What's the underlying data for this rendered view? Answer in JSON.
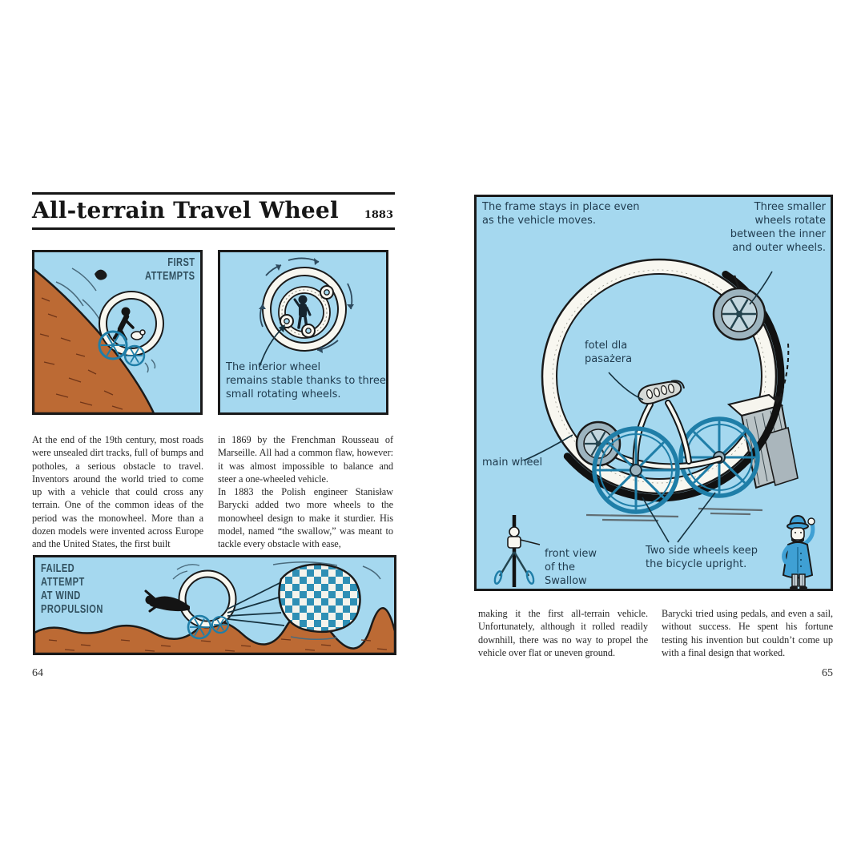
{
  "page_left": {
    "page_number": "64",
    "title": "All-terrain Travel Wheel",
    "year": "1883",
    "panels": {
      "first_attempts": {
        "label": "FIRST\nATTEMPTS"
      },
      "interior_wheel": {
        "caption": "The interior wheel\nremains stable thanks to three\nsmall rotating wheels."
      },
      "wind": {
        "label": "FAILED\nATTEMPT\nAT WIND\nPROPULSION"
      }
    },
    "body_col1": "At the end of the 19th century, most roads were unsealed dirt tracks, full of bumps and potholes, a serious obstacle to travel. Inventors around the world tried to come up with a vehicle that could cross any terrain. One of the common ideas of the period was the monowheel. More than a dozen models were invented across Europe and the United States, the first built",
    "body_col2": "in 1869 by the Frenchman Rousseau of Marseille. All had a common flaw, however: it was almost impossible to balance and steer a one-wheeled vehicle.\nIn 1883 the Polish engineer Stanisław Barycki added two more wheels to the monowheel design to make it sturdier. His model, named “the swallow,” was meant to tackle every obstacle with ease,"
  },
  "page_right": {
    "page_number": "65",
    "labels": {
      "frame": "The frame stays in place even\nas the vehicle moves.",
      "three_wheels": "Three smaller\nwheels rotate\nbetween the inner\nand outer wheels.",
      "seat": "fotel dla\npasażera",
      "main_wheel": "main wheel",
      "front_view": "front view\nof the\nSwallow",
      "side_wheels": "Two side wheels keep\nthe bicycle upright."
    },
    "body_col1": "making it the first all-terrain vehicle. Unfortunately, although it rolled readily downhill, there was no way to propel the vehicle over flat or uneven ground.",
    "body_col2": "Barycki tried using pedals, and even a sail, without success. He spent his fortune testing his invention but couldn’t come up with a final design that worked."
  },
  "colors": {
    "sky": "#A5D8EF",
    "ink": "#1A1A1A",
    "hill_brown": "#BC6A34",
    "wheel_blue": "#1F7EA8",
    "figure_blue": "#3FA0D4",
    "caption_ink": "#1F3A4D",
    "paper_white": "#F8F7F0"
  }
}
